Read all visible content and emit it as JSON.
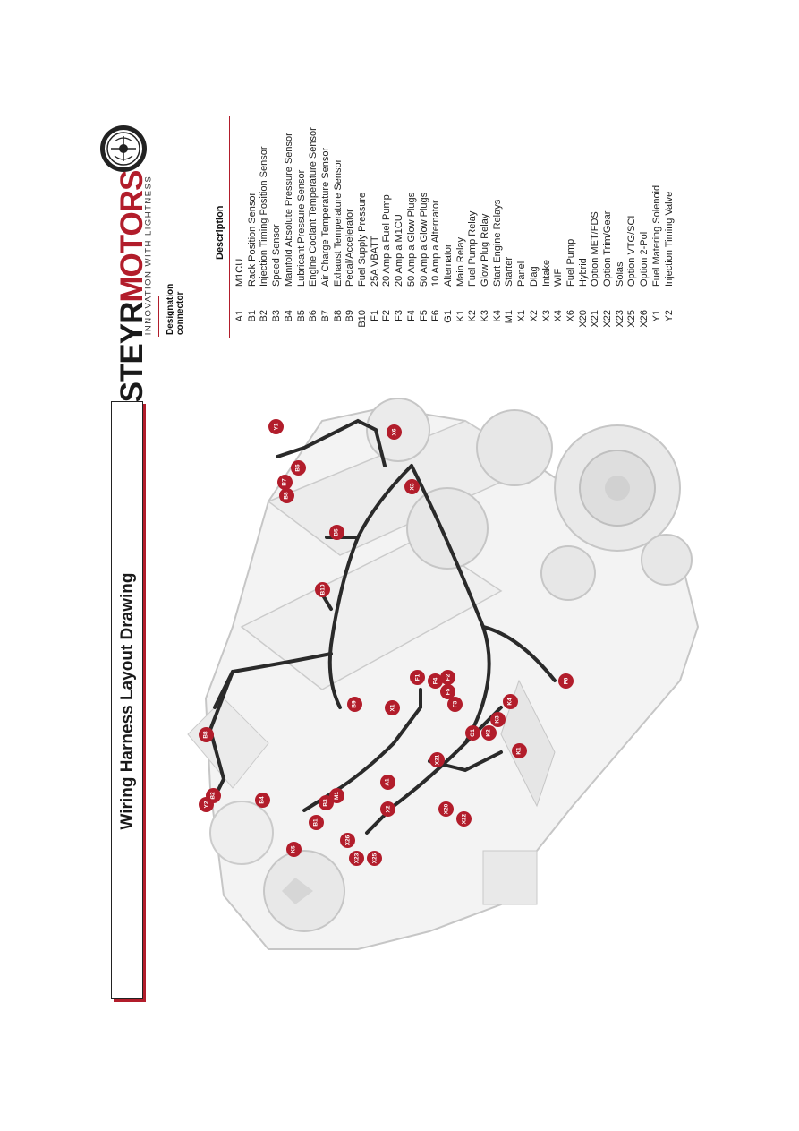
{
  "title": "Wiring Harness Layout Drawing",
  "brand": {
    "name_part1": "STEYR",
    "name_part2": "MOTORS",
    "tagline": "INNOVATION WITH LIGHTNESS",
    "logo_icon": "steyr-emblem-icon",
    "accent_color": "#b21d2b"
  },
  "legend": {
    "header_code": "Designation connector",
    "header_desc": "Description",
    "rows": [
      {
        "code": "A1",
        "desc": "M1CU"
      },
      {
        "code": "B1",
        "desc": "Rack Position Sensor"
      },
      {
        "code": "B2",
        "desc": "Injection Timing Position Sensor"
      },
      {
        "code": "B3",
        "desc": "Speed Sensor"
      },
      {
        "code": "B4",
        "desc": "Manifold Absolute Pressure Sensor"
      },
      {
        "code": "B5",
        "desc": "Lubricant Pressure Sensor"
      },
      {
        "code": "B6",
        "desc": "Engine Coolant Temperature Sensor"
      },
      {
        "code": "B7",
        "desc": "Air Charge Temperature Sensor"
      },
      {
        "code": "B8",
        "desc": "Exhaust Temperature Sensor"
      },
      {
        "code": "B9",
        "desc": "Pedal/Accelerator"
      },
      {
        "code": "B10",
        "desc": "Fuel Supply Pressure"
      },
      {
        "code": "F1",
        "desc": "25A VBATT"
      },
      {
        "code": "F2",
        "desc": "20 Amp a Fuel Pump"
      },
      {
        "code": "F3",
        "desc": "20 Amp a M1CU"
      },
      {
        "code": "F4",
        "desc": "50 Amp a Glow Plugs"
      },
      {
        "code": "F5",
        "desc": "50 Amp a Glow Plugs"
      },
      {
        "code": "F6",
        "desc": "10 Amp a Alternator"
      },
      {
        "code": "G1",
        "desc": "Alternator"
      },
      {
        "code": "K1",
        "desc": "Main Relay"
      },
      {
        "code": "K2",
        "desc": "Fuel Pump Relay"
      },
      {
        "code": "K3",
        "desc": "Glow Plug Relay"
      },
      {
        "code": "K4",
        "desc": "Start Engine Relays"
      },
      {
        "code": "M1",
        "desc": "Starter"
      },
      {
        "code": "X1",
        "desc": "Panel"
      },
      {
        "code": "X2",
        "desc": "Diag"
      },
      {
        "code": "X3",
        "desc": "Intake"
      },
      {
        "code": "X4",
        "desc": "WIF"
      },
      {
        "code": "X6",
        "desc": "Fuel Pump"
      },
      {
        "code": "X20",
        "desc": "Hybrid"
      },
      {
        "code": "X21",
        "desc": "Option MET/FDS"
      },
      {
        "code": "X22",
        "desc": "Option Trim/Gear"
      },
      {
        "code": "X23",
        "desc": "Solas"
      },
      {
        "code": "X25",
        "desc": "Option VTG/SCI"
      },
      {
        "code": "X26",
        "desc": "Option 2-Pol"
      },
      {
        "code": "Y1",
        "desc": "Fuel Matering Solenoid"
      },
      {
        "code": "Y2",
        "desc": "Injection Timing Valve"
      }
    ]
  },
  "diagram": {
    "callouts": [
      "Y1",
      "B6",
      "B7",
      "B8",
      "X6",
      "X3",
      "B5",
      "B10",
      "B9",
      "X1",
      "F1",
      "F4",
      "F2",
      "F5",
      "F3",
      "F6",
      "G1",
      "K4",
      "K3",
      "K2",
      "K1",
      "A1",
      "X21",
      "M1",
      "X2",
      "X20",
      "X22",
      "K5",
      "X23",
      "B3",
      "B4",
      "B1",
      "B2",
      "X26",
      "B8",
      "Y2",
      "X25"
    ]
  }
}
